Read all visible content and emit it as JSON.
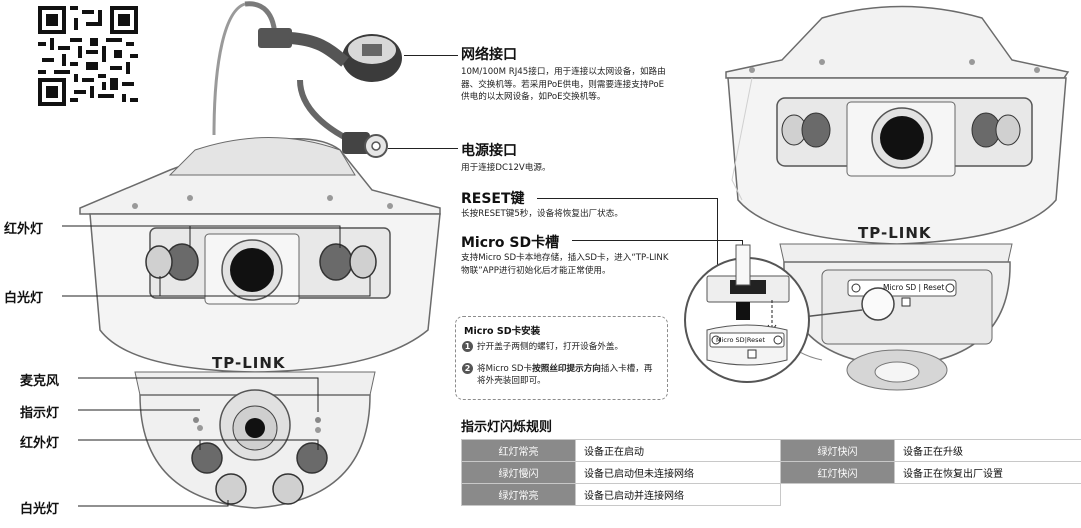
{
  "qr_code": {
    "icon": "qr-code-icon"
  },
  "left_labels": [
    {
      "key": "ir_top",
      "text": "红外灯"
    },
    {
      "key": "white_top",
      "text": "白光灯"
    },
    {
      "key": "mic",
      "text": "麦克风"
    },
    {
      "key": "indicator",
      "text": "指示灯"
    },
    {
      "key": "ir_bottom",
      "text": "红外灯"
    },
    {
      "key": "white_bottom",
      "text": "白光灯"
    }
  ],
  "brand": "TP-LINK",
  "components": [
    {
      "title": "网络接口",
      "desc": "10M/100M RJ45接口，用于连接以太网设备，如路由器、交换机等。若采用PoE供电，则需要连接支持PoE供电的以太网设备，如PoE交换机等。"
    },
    {
      "title": "电源接口",
      "desc": "用于连接DC12V电源。"
    },
    {
      "title": "RESET键",
      "desc": "长按RESET键5秒，设备将恢复出厂状态。"
    },
    {
      "title": "Micro SD卡槽",
      "desc": "支持Micro SD卡本地存储，插入SD卡，进入“TP-LINK物联”APP进行初始化后才能正常使用。"
    }
  ],
  "sd_install": {
    "title": "Micro SD卡安装",
    "steps": [
      {
        "num": "1",
        "text": "拧开盖子两侧的螺钉，打开设备外盖。"
      },
      {
        "num": "2",
        "pre": "将Micro SD卡",
        "bold": "按照丝印提示方向",
        "post": "插入卡槽，再将外壳装回即可。"
      }
    ]
  },
  "sd_panel": {
    "sd_label": "Micro SD",
    "reset_label": "Reset"
  },
  "led_rules": {
    "title": "指示灯闪烁规则",
    "rows": [
      [
        "红灯常亮",
        "设备正在启动",
        "绿灯快闪",
        "设备正在升级"
      ],
      [
        "绿灯慢闪",
        "设备已启动但未连接网络",
        "红灯快闪",
        "设备正在恢复出厂设置"
      ],
      [
        "绿灯常亮",
        "设备已启动并连接网络",
        "",
        ""
      ]
    ]
  },
  "colors": {
    "body_light": "#efefef",
    "body_mid": "#cfcfcf",
    "dark": "#1e1e1e",
    "table_header": "#8a8a8a"
  }
}
